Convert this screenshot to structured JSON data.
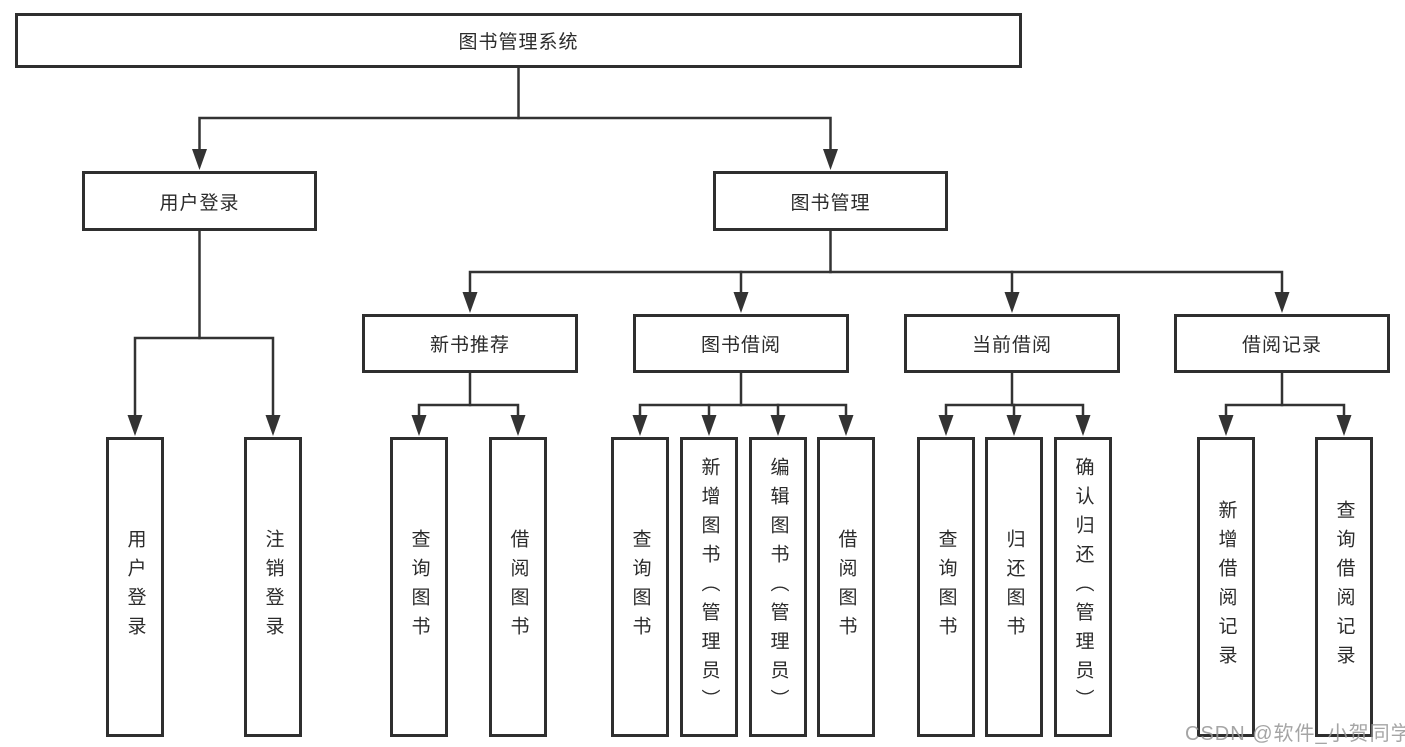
{
  "tree": {
    "label": "图书管理系统",
    "children": [
      {
        "label": "用户登录",
        "children": [
          {
            "label": "用户登录"
          },
          {
            "label": "注销登录"
          }
        ]
      },
      {
        "label": "图书管理",
        "children": [
          {
            "label": "新书推荐",
            "children": [
              {
                "label": "查询图书"
              },
              {
                "label": "借阅图书"
              }
            ]
          },
          {
            "label": "图书借阅",
            "children": [
              {
                "label": "查询图书"
              },
              {
                "label": "新增图书（管理员）"
              },
              {
                "label": "编辑图书（管理员）"
              },
              {
                "label": "借阅图书"
              }
            ]
          },
          {
            "label": "当前借阅",
            "children": [
              {
                "label": "查询图书"
              },
              {
                "label": "归还图书"
              },
              {
                "label": "确认归还（管理员）"
              }
            ]
          },
          {
            "label": "借阅记录",
            "children": [
              {
                "label": "新增借阅记录"
              },
              {
                "label": "查询借阅记录"
              }
            ]
          }
        ]
      }
    ]
  },
  "watermark": {
    "text": "CSDN @软件_小贺同学",
    "color": "#989898"
  },
  "colors": {
    "background": "#ffffff",
    "box_border": "#2f2f2f",
    "connector_line": "#333333",
    "text": "#2b2b2b"
  }
}
